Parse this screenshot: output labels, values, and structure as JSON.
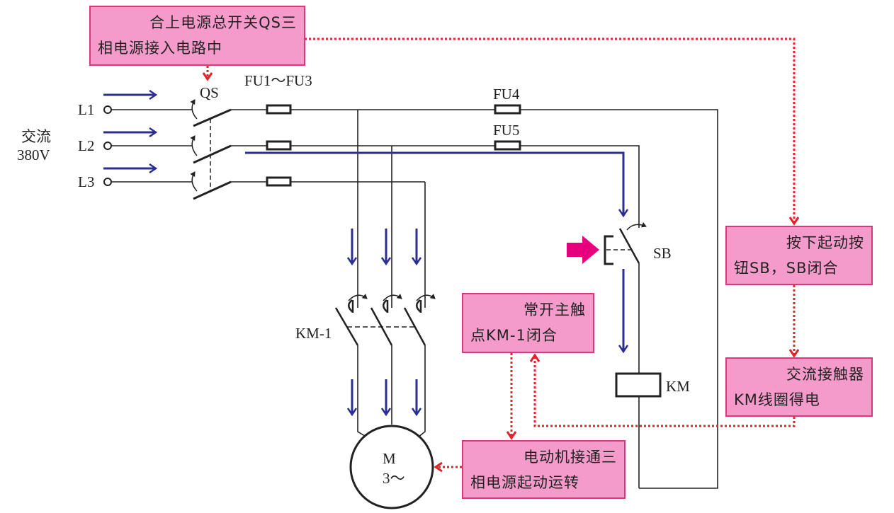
{
  "labels": {
    "L1": "L1",
    "L2": "L2",
    "L3": "L3",
    "supply_line1": "交流",
    "supply_line2": "380V",
    "QS": "QS",
    "FU1_3": "FU1～FU3",
    "FU4": "FU4",
    "FU5": "FU5",
    "SB": "SB",
    "KM": "KM",
    "KM1": "KM-1",
    "motor_line1": "M",
    "motor_line2": "3～"
  },
  "steps": {
    "close_qs": {
      "line1": "合上电源总开关QS三",
      "line2": "相电源接入电路中"
    },
    "press_sb": {
      "line1": "按下起动按",
      "line2": "钮SB，SB闭合"
    },
    "coil_energized": {
      "line1": "交流接触器",
      "line2": "KM线圈得电"
    },
    "km1_close": {
      "line1": "常开主触",
      "line2": "点KM-1闭合"
    },
    "motor_start": {
      "line1": "电动机接通三",
      "line2": "相电源起动运转"
    }
  },
  "colors": {
    "wire": "#222222",
    "current_arrow": "#2b2f8f",
    "step_box_fill": "#f59bcb",
    "step_box_border": "#d9387a",
    "flow_dotted": "#e8202a",
    "push_arrow": "#e6007e"
  }
}
